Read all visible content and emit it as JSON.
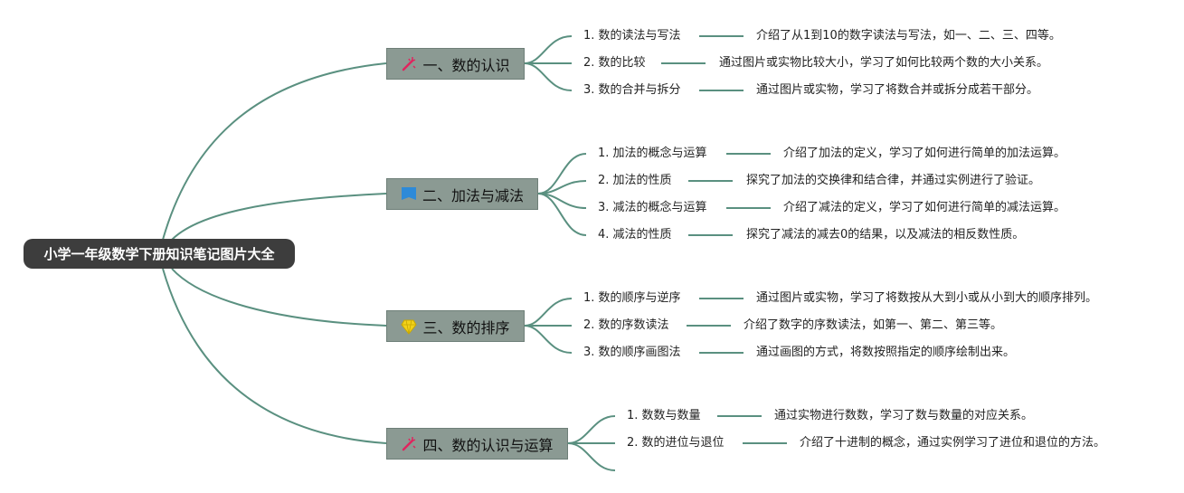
{
  "root": {
    "title": "小学一年级数学下册知识笔记图片大全"
  },
  "branches": [
    {
      "title": "一、数的认识",
      "icon": "wand-icon",
      "items": [
        {
          "label": "1. 数的读法与写法",
          "desc": "介绍了从1到10的数字读法与写法，如一、二、三、四等。"
        },
        {
          "label": "2. 数的比较",
          "desc": "通过图片或实物比较大小，学习了如何比较两个数的大小关系。"
        },
        {
          "label": "3. 数的合并与拆分",
          "desc": "通过图片或实物，学习了将数合并或拆分成若干部分。"
        }
      ]
    },
    {
      "title": "二、加法与减法",
      "icon": "flag-icon",
      "items": [
        {
          "label": "1. 加法的概念与运算",
          "desc": "介绍了加法的定义，学习了如何进行简单的加法运算。"
        },
        {
          "label": "2. 加法的性质",
          "desc": "探究了加法的交换律和结合律，并通过实例进行了验证。"
        },
        {
          "label": "3. 减法的概念与运算",
          "desc": "介绍了减法的定义，学习了如何进行简单的减法运算。"
        },
        {
          "label": "4. 减法的性质",
          "desc": "探究了减法的减去0的结果，以及减法的相反数性质。"
        }
      ]
    },
    {
      "title": "三、数的排序",
      "icon": "diamond-icon",
      "items": [
        {
          "label": "1. 数的顺序与逆序",
          "desc": "通过图片或实物，学习了将数按从大到小或从小到大的顺序排列。"
        },
        {
          "label": "2. 数的序数读法",
          "desc": "介绍了数字的序数读法，如第一、第二、第三等。"
        },
        {
          "label": "3. 数的顺序画图法",
          "desc": "通过画图的方式，将数按照指定的顺序绘制出来。"
        }
      ]
    },
    {
      "title": "四、数的认识与运算",
      "icon": "wand-icon",
      "items": [
        {
          "label": "1. 数数与数量",
          "desc": "通过实物进行数数，学习了数与数量的对应关系。"
        },
        {
          "label": "2. 数的进位与退位",
          "desc": "介绍了十进制的概念，通过实例学习了进位和退位的方法。"
        }
      ]
    }
  ],
  "colors": {
    "link": "#5a9080",
    "root_bg": "#3d3d3d",
    "branch_bg": "#8b9a93"
  }
}
